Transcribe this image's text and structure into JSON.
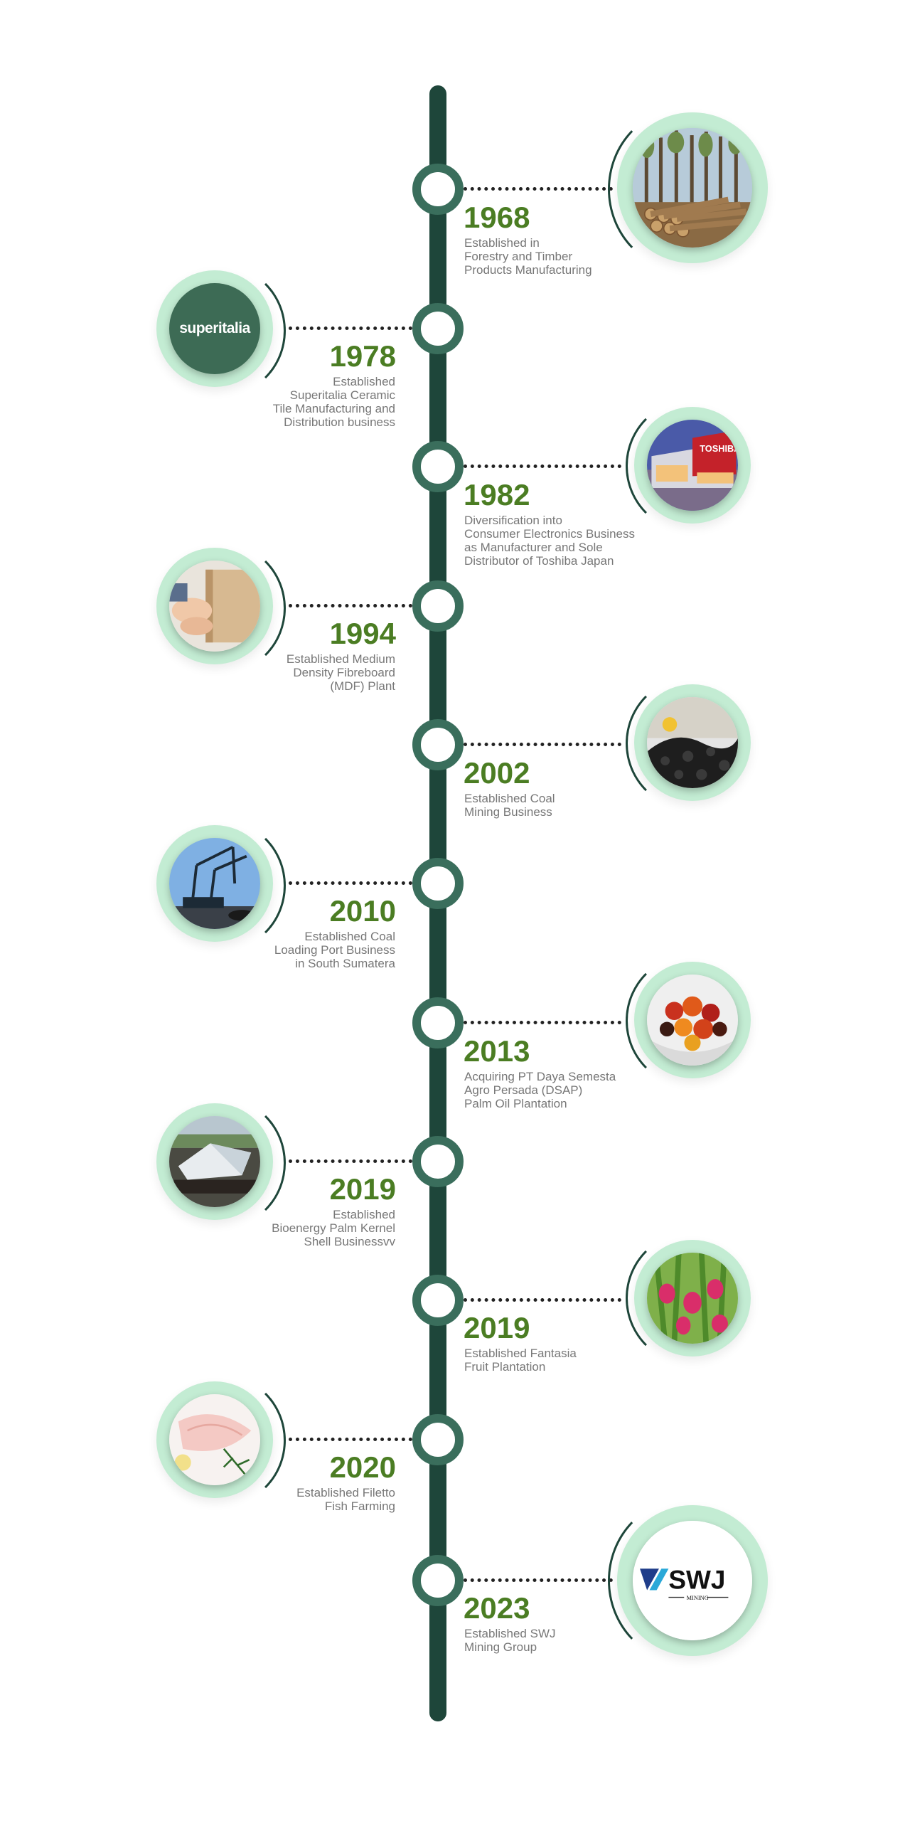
{
  "milestones": [
    {
      "year": "1968",
      "description": "Established in\nForestry and Timber\nProducts Manufacturing",
      "side": "right",
      "image": "timber-logs-image"
    },
    {
      "year": "1978",
      "description": "Established\nSuperitalia Ceramic\nTile Manufacturing and\nDistribution business",
      "side": "left",
      "image": "superitalia-logo",
      "logo_text": "superitalia"
    },
    {
      "year": "1982",
      "description": "Diversification into\nConsumer Electronics Business\nas Manufacturer and Sole\nDistributor of Toshiba Japan",
      "side": "right",
      "image": "toshiba-building-image",
      "logo_text": "TOSHIBA"
    },
    {
      "year": "1994",
      "description": "Established Medium\nDensity Fibreboard\n(MDF) Plant",
      "side": "left",
      "image": "mdf-board-image"
    },
    {
      "year": "2002",
      "description": "Established  Coal\nMining Business",
      "side": "right",
      "image": "coal-image"
    },
    {
      "year": "2010",
      "description": "Established Coal\nLoading Port Business\nin South Sumatera",
      "side": "left",
      "image": "port-crane-image"
    },
    {
      "year": "2013",
      "description": "Acquiring PT Daya Semesta\nAgro Persada (DSAP)\nPalm Oil Plantation",
      "side": "right",
      "image": "palm-fruit-image"
    },
    {
      "year": "2019",
      "description": "Established\nBioenergy Palm Kernel\nShell Businessvv",
      "side": "left",
      "image": "barge-image"
    },
    {
      "year": "2019",
      "description": "Established Fantasia\nFruit Plantation",
      "side": "right",
      "image": "dragon-fruit-image"
    },
    {
      "year": "2020",
      "description": "Established Filetto\nFish Farming",
      "side": "left",
      "image": "fish-fillet-image"
    },
    {
      "year": "2023",
      "description": "Established SWJ\nMining Group",
      "side": "right",
      "image": "swj-mining-logo",
      "logo_text": "SWJ",
      "logo_subtext": "MINING"
    }
  ],
  "colors": {
    "spine": "#1e463a",
    "node_ring": "#3a6e5c",
    "year_text": "#4b7d23",
    "description_text": "#777777",
    "photo_ring": "#c3ecd3"
  }
}
